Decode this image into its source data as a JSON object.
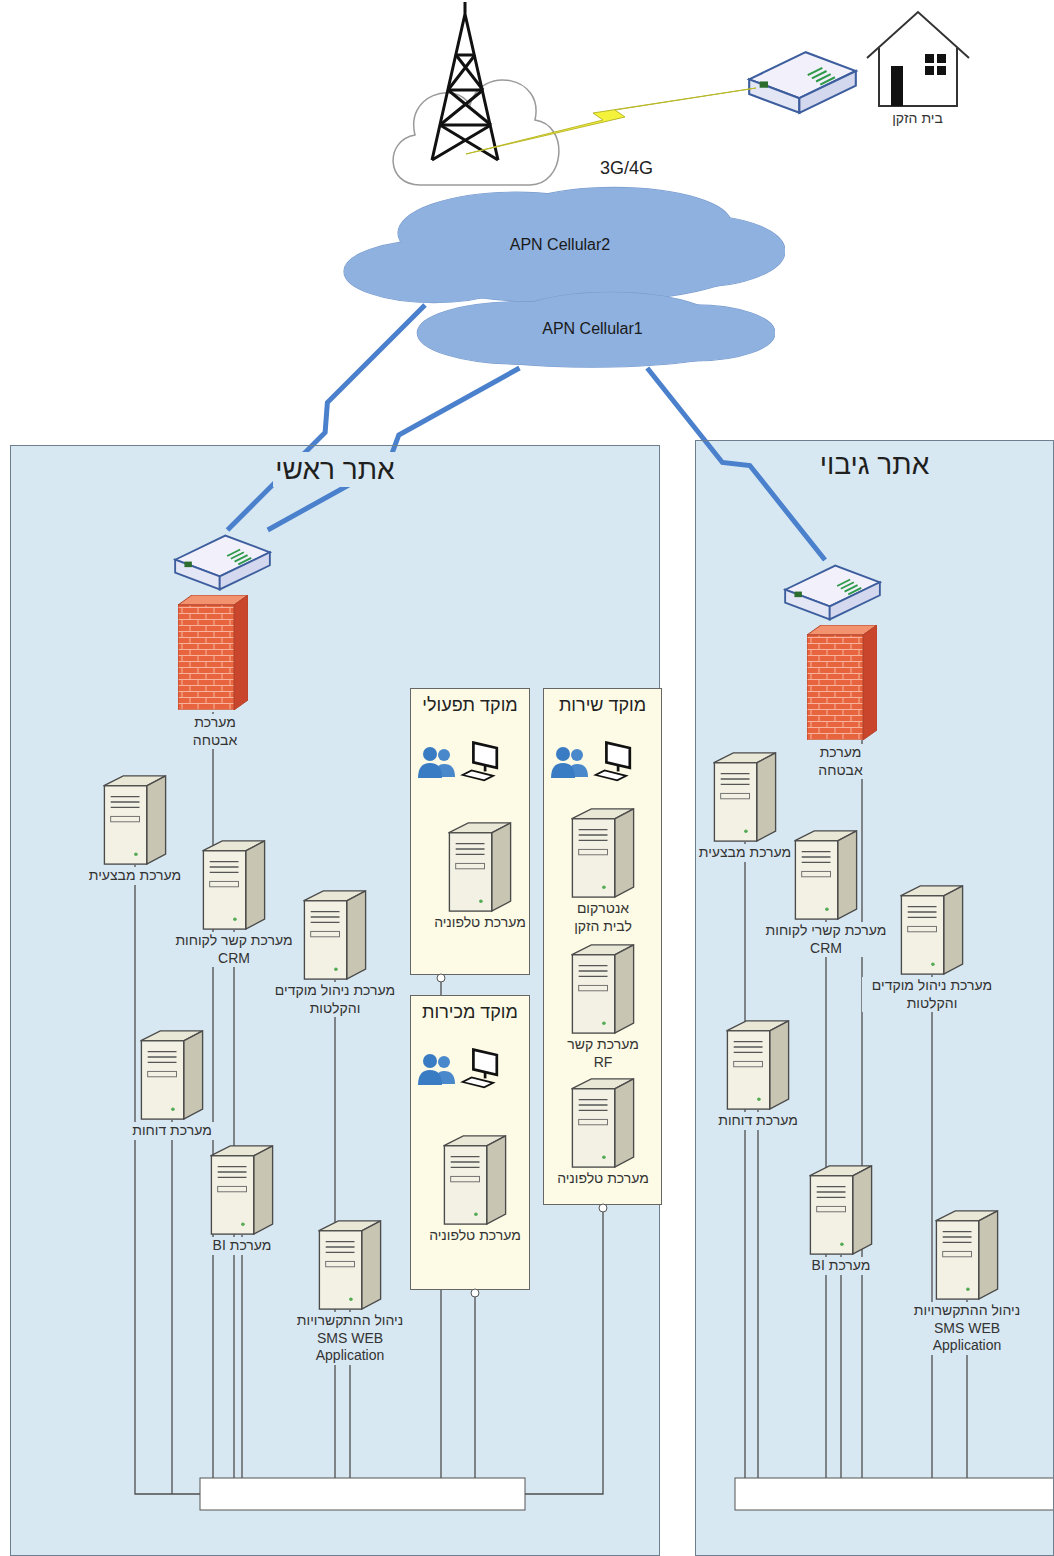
{
  "diagram": {
    "nodes": [
      {
        "text": [
          "בית הזקן"
        ]
      },
      {
        "text": [
          "APN Cellular2"
        ]
      },
      {
        "text": [
          "APN Cellular1"
        ]
      },
      {
        "text": [
          "אתר ראשי"
        ]
      },
      {
        "text": [
          "מערכת אבטחה"
        ],
        "in": 3
      },
      {
        "text": [
          "מערכת מבצעית"
        ],
        "in": 3
      },
      {
        "text": [
          "מערכת קשר לקוחות CRM"
        ],
        "in": 3
      },
      {
        "text": [
          "מערכת ניהול מוקדים והקלטות"
        ],
        "in": 3
      },
      {
        "text": [
          "מערכת דוחות"
        ],
        "in": 3
      },
      {
        "text": [
          "מערכת BI"
        ],
        "in": 3
      },
      {
        "text": [
          "ניהול ההתקשרויות SMS WEB Application"
        ],
        "in": 3
      },
      {
        "text": [
          "מוקד תפעולי"
        ],
        "in": 3
      },
      {
        "text": [
          "מערכת טלפוניה"
        ],
        "in": 11
      },
      {
        "text": [
          "מוקד מכירות"
        ],
        "in": 3
      },
      {
        "text": [
          "מערכת טלפוניה"
        ],
        "in": 13
      },
      {
        "text": [
          "מוקד שירות"
        ],
        "in": 3
      },
      {
        "text": [
          "אנטרקום לבית הזקן"
        ],
        "in": 15
      },
      {
        "text": [
          "מערכת קשר RF"
        ],
        "in": 15
      },
      {
        "text": [
          "מערכת טלפוניה"
        ],
        "in": 15
      },
      {
        "text": [
          "אתר גיבוי"
        ]
      },
      {
        "text": [
          "מערכת אבטחה"
        ],
        "in": 19
      },
      {
        "text": [
          "מערכת מבצעית"
        ],
        "in": 19
      },
      {
        "text": [
          "מערכת קשרי לקוחות CRM"
        ],
        "in": 19
      },
      {
        "text": [
          "מערכת ניהול מוקדים והקלטות"
        ],
        "in": 19
      },
      {
        "text": [
          "מערכת דוחות"
        ],
        "in": 19
      },
      {
        "text": [
          "מערכת BI"
        ],
        "in": 19
      },
      {
        "text": [
          "ניהול ההתקשרויות SMS WEB Application"
        ],
        "in": 19
      }
    ],
    "edges": [
      {
        "from": 1,
        "to": 4,
        "arrow": "none"
      },
      {
        "from": 2,
        "to": 4,
        "arrow": "none"
      },
      {
        "from": 2,
        "to": 20,
        "arrow": "none"
      }
    ],
    "labels": [
      "3G/4G"
    ]
  }
}
